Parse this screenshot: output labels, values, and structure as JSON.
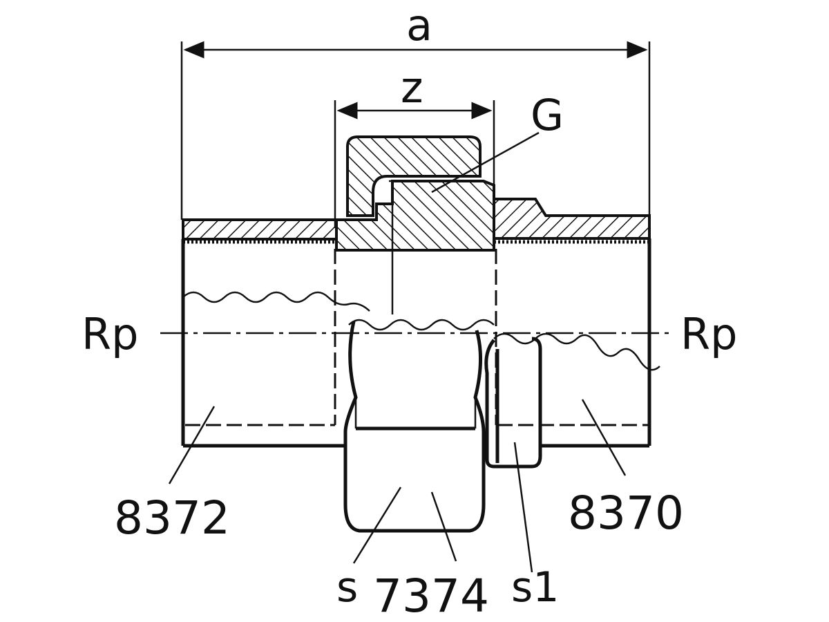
{
  "labels": {
    "dim_a": "a",
    "dim_z": "z",
    "dim_G": "G",
    "rp_left": "Rp",
    "rp_right": "Rp",
    "part_left": "8372",
    "part_right": "8370",
    "part_nut": "7374",
    "s": "s",
    "s1": "s1"
  },
  "colors": {
    "ink": "#111111",
    "paper": "#ffffff"
  }
}
